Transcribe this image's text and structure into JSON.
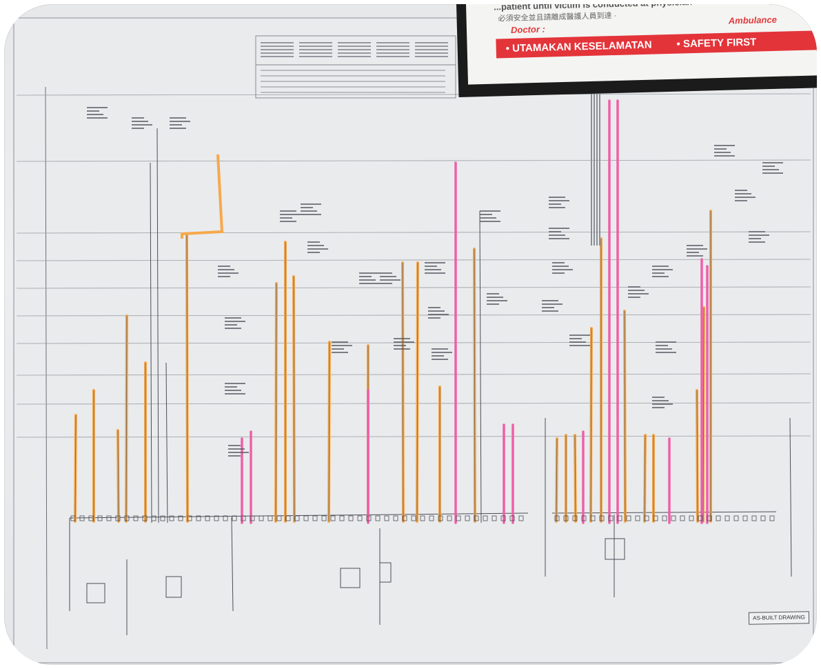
{
  "drawing": {
    "stamp_label": "AS-BUILT DRAWING"
  },
  "safety_sign": {
    "top_text": "...patient until victim is conducted at physician",
    "cjk_text": "必須安全並且請離成醫護人員到達 ·",
    "doctor_label": "Doctor :",
    "ambulance_label": "Ambulance",
    "slogan_malay": "• UTAMAKAN KESELAMATAN",
    "slogan_english": "• SAFETY FIRST"
  },
  "colors": {
    "sign_red": "#e3343a",
    "highlight_orange": "#f7a84a",
    "highlight_pink": "#ef5fa7",
    "line_ink": "#4a4d55",
    "paper": "#e8eaec"
  },
  "icons": [
    "diagram-linework"
  ]
}
